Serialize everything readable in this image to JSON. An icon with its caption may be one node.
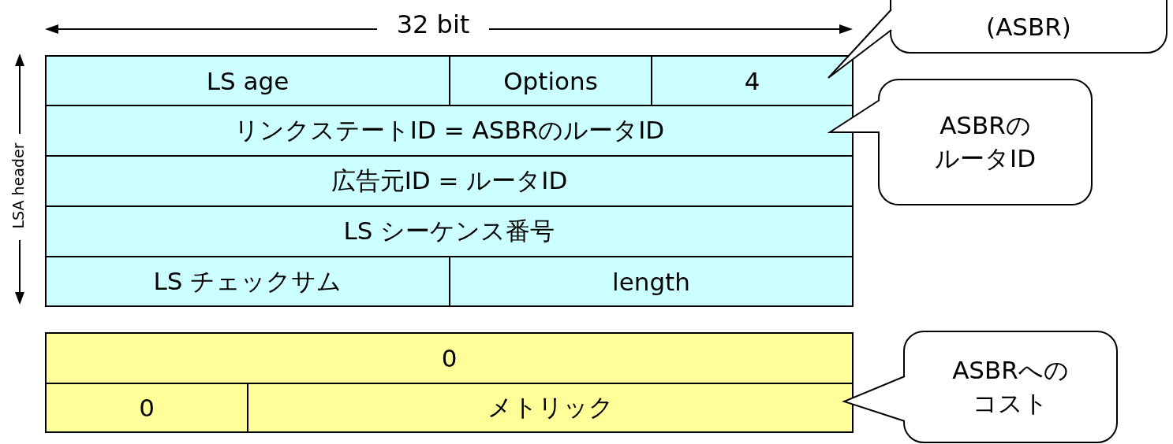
{
  "diagram": {
    "nodes": [
      {
        "text": [
          "(ASBR)"
        ]
      },
      {
        "text": [
          "LS age"
        ]
      },
      {
        "text": [
          "Options"
        ]
      },
      {
        "text": [
          "4"
        ]
      },
      {
        "text": [
          "リンクステートID = ASBRのルータID"
        ]
      },
      {
        "text": [
          "ASBRのルータID"
        ]
      },
      {
        "text": [
          "広告元ID = ルータID"
        ]
      },
      {
        "text": [
          "LS シーケンス番号"
        ]
      },
      {
        "text": [
          "LS チェックサム"
        ]
      },
      {
        "text": [
          "length"
        ]
      },
      {
        "text": [
          "0"
        ]
      },
      {
        "text": [
          "ASBRへのコスト"
        ]
      },
      {
        "text": [
          "0"
        ]
      },
      {
        "text": [
          "メトリック"
        ]
      }
    ],
    "edges": [
      {
        "from": 0,
        "to": 3,
        "arrow": "to"
      },
      {
        "from": 5,
        "to": 4,
        "arrow": "to"
      },
      {
        "from": 11,
        "to": 13,
        "arrow": "to"
      }
    ],
    "labels": [
      "32 bit",
      "LSA header"
    ]
  }
}
